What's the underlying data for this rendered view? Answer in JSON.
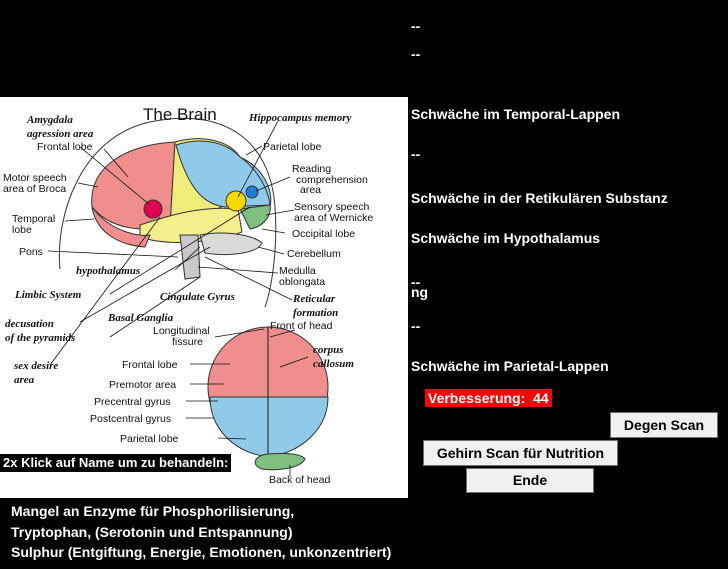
{
  "status_lines": [
    {
      "text": "--"
    },
    {
      "text": "--"
    },
    {
      "text": "Schwäche im Temporal-Lappen"
    },
    {
      "text": "--"
    },
    {
      "text": "Schwäche in der Retikulären Substanz"
    },
    {
      "text": "Schwäche im Hypothalamus"
    },
    {
      "text": "--"
    },
    {
      "text": "ng"
    },
    {
      "text": "--"
    },
    {
      "text": "Schwäche im Parietal-Lappen"
    }
  ],
  "score": {
    "label": "Verbesserung:",
    "value": "44"
  },
  "buttons": {
    "degen_scan": "Degen Scan",
    "brain_scan_nutrition": "Gehirn Scan für Nutrition",
    "end": "Ende"
  },
  "hint": "2x Klick auf Name um zu behandeln:",
  "info_lines": [
    "Mangel an Enzyme für Phosphorilisierung,",
    " Tryptophan, (Serotonin und Entspannung)",
    "Sulphur (Entgiftung, Energie, Emotionen, unkonzentriert)"
  ],
  "brain_image": {
    "title": "The Brain",
    "side_labels": {
      "amygdala": "Amygdala",
      "agression": "agression area",
      "frontal_lobe": "Frontal lobe",
      "motor_speech": "Motor speech",
      "broca": "area of Broca",
      "temporal": "Temporal",
      "temporal2": "lobe",
      "pons": "Pons",
      "hypothalamus": "hypothalamus",
      "limbic": "Limbic System",
      "cingulate": "Cingulate Gyrus",
      "decusation": "decusation",
      "pyramids": "of the pyramids",
      "basal": "Basal Ganglia",
      "sex_desire": "sex desire",
      "area": "area",
      "hippocampus": "Hippocampus memory",
      "parietal_lobe": "Parietal lobe",
      "reading": "Reading",
      "comprehension": "comprehension",
      "area_small": "area",
      "sensory": "Sensory speech",
      "wernicke": "area of Wernicke",
      "occipital": "Occipital lobe",
      "cerebellum": "Cerebellum",
      "medulla": "Medulla",
      "oblongata": "oblongata",
      "reticular": "Reticular",
      "formation": "formation"
    },
    "top_labels": {
      "longitudinal": "Longitudinal",
      "fissure": "fissure",
      "front_of_head": "Front of head",
      "corpus": "corpus",
      "callosum": "callosum",
      "frontal_lobe": "Frontal lobe",
      "premotor": "Premotor area",
      "precentral": "Precentral gyrus",
      "postcentral": "Postcentral gyrus",
      "parietal_lobe": "Parietal lobe",
      "back_of_head": "Back of head"
    }
  }
}
